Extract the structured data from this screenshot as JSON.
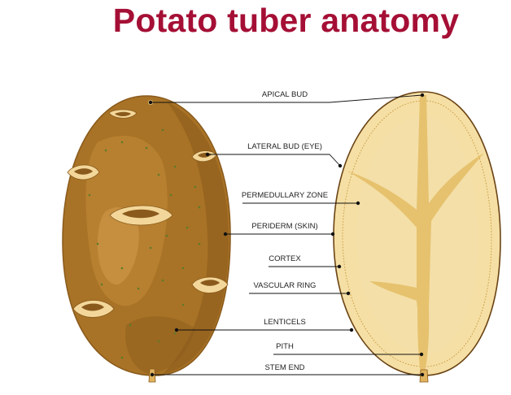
{
  "title": "Potato tuber anatomy",
  "colors": {
    "title": "#a50f35",
    "skin_dark": "#8a5a1c",
    "skin_mid": "#a87326",
    "skin_light": "#c28a39",
    "flesh": "#f5dfa4",
    "flesh_outline": "#6a4314",
    "vascular": "#e6c26e",
    "leader": "#111111"
  },
  "labels": {
    "apical_bud": "APICAL BUD",
    "lateral_bud": "LATERAL BUD (EYE)",
    "perimedullary_zone": "PERMEDULLARY ZONE",
    "periderm": "PERIDERM (SKIN)",
    "cortex": "CORTEX",
    "vascular_ring": "VASCULAR RING",
    "lenticels": "LENTICELS",
    "pith": "PITH",
    "stem_end": "STEM END"
  }
}
